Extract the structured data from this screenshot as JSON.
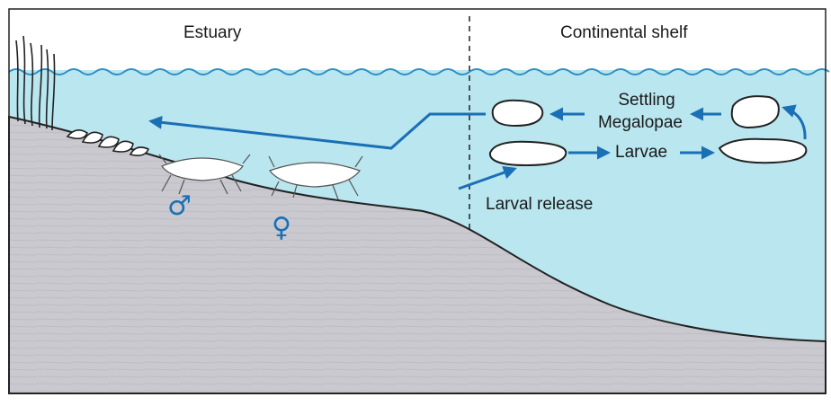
{
  "regions": {
    "estuary": "Estuary",
    "shelf": "Continental shelf"
  },
  "labels": {
    "settling": "Settling",
    "megalopae": "Megalopae",
    "larvae": "Larvae",
    "larval_release": "Larval release"
  },
  "symbols": {
    "male": "♂",
    "female": "♀"
  },
  "colors": {
    "water": "#b9e6ef",
    "water_surface": "#2d8fc4",
    "seabed": "#c9c9cf",
    "arrow": "#1a6fb5",
    "outline": "#222222",
    "text": "#1a1a1a"
  }
}
